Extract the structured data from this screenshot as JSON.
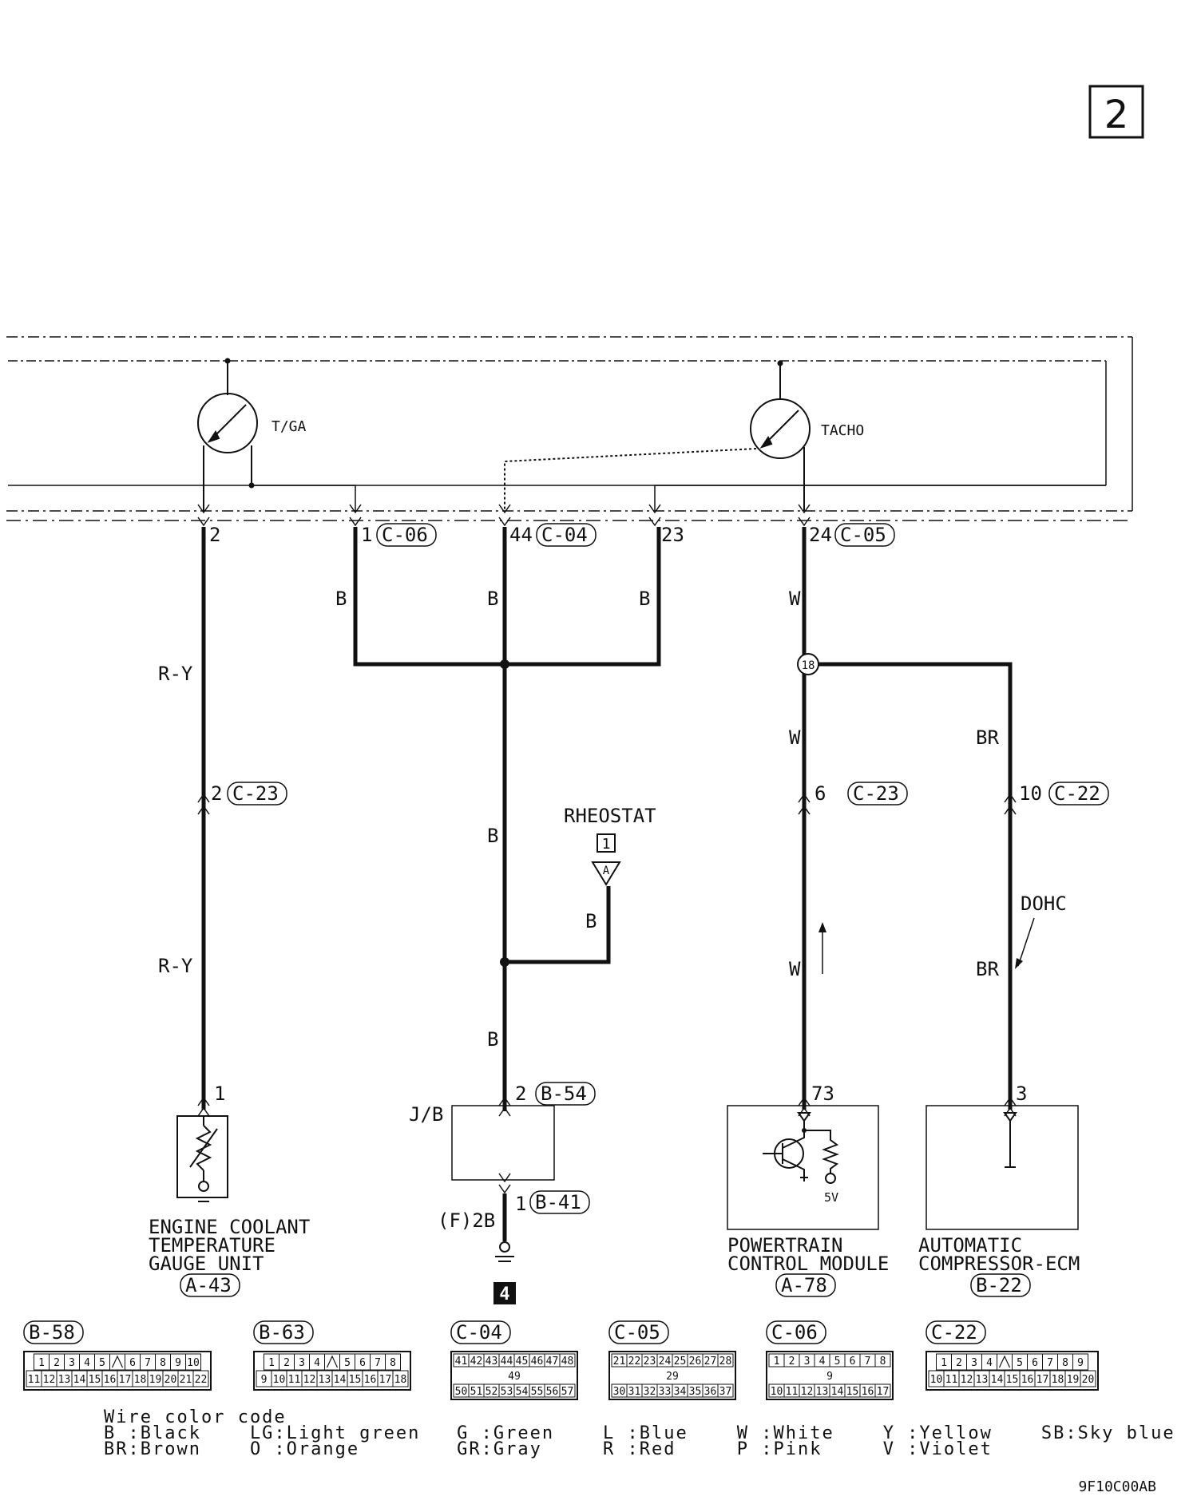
{
  "page_number": "2",
  "footer_code": "9F10C00AB",
  "gauges": {
    "temp": "T/GA",
    "tacho": "TACHO"
  },
  "pins": {
    "tga_top": "2",
    "c06": "1",
    "c04": "44",
    "mid23": "23",
    "c05": "24",
    "c23_a": "2",
    "c23_b": "6",
    "c22": "10",
    "ect": "1",
    "b54": "2",
    "b41": "1",
    "pcm": "73",
    "acecm": "3"
  },
  "connectors": {
    "c06": "C-06",
    "c04": "C-04",
    "c05": "C-05",
    "c23": "C-23",
    "c22": "C-22",
    "b54": "B-54",
    "b41": "B-41",
    "a43": "A-43",
    "a78": "A-78",
    "b22": "B-22"
  },
  "wire_colors": {
    "b": "B",
    "w": "W",
    "ry": "R-Y",
    "br": "BR"
  },
  "splice": "18",
  "rheostat": {
    "label": "RHEOSTAT",
    "ref": "1",
    "jack": "A"
  },
  "dohc": "DOHC",
  "junction_block": "J/B",
  "ground_label": "(F)2B",
  "ground_ref": "4",
  "pcm_voltage": "5V",
  "components": {
    "ect_gauge": [
      "ENGINE COOLANT",
      "TEMPERATURE",
      "GAUGE UNIT"
    ],
    "pcm": [
      "POWERTRAIN",
      "CONTROL MODULE"
    ],
    "ac_ecm": [
      "AUTOMATIC",
      "COMPRESSOR-ECM"
    ]
  },
  "connector_views": [
    {
      "name": "B-58",
      "row1": [
        "1",
        "2",
        "3",
        "4",
        "5",
        "",
        "6",
        "7",
        "8",
        "9",
        "10"
      ],
      "row2": [
        "11",
        "12",
        "13",
        "14",
        "15",
        "16",
        "17",
        "18",
        "19",
        "20",
        "21",
        "22"
      ]
    },
    {
      "name": "B-63",
      "row1": [
        "1",
        "2",
        "3",
        "4",
        "",
        "5",
        "6",
        "7",
        "8"
      ],
      "row2": [
        "9",
        "10",
        "11",
        "12",
        "13",
        "14",
        "15",
        "16",
        "17",
        "18"
      ]
    },
    {
      "name": "C-04",
      "row1": [
        "41",
        "42",
        "43",
        "44",
        "45",
        "46",
        "47",
        "48"
      ],
      "mid": "49",
      "row2": [
        "50",
        "51",
        "52",
        "53",
        "54",
        "55",
        "56",
        "57"
      ]
    },
    {
      "name": "C-05",
      "row1": [
        "21",
        "22",
        "23",
        "24",
        "25",
        "26",
        "27",
        "28"
      ],
      "mid": "29",
      "row2": [
        "30",
        "31",
        "32",
        "33",
        "34",
        "35",
        "36",
        "37"
      ]
    },
    {
      "name": "C-06",
      "row1": [
        "1",
        "2",
        "3",
        "4",
        "5",
        "6",
        "7",
        "8"
      ],
      "mid": "9",
      "row2": [
        "10",
        "11",
        "12",
        "13",
        "14",
        "15",
        "16",
        "17"
      ]
    },
    {
      "name": "C-22",
      "row1": [
        "1",
        "2",
        "3",
        "4",
        "",
        "5",
        "6",
        "7",
        "8",
        "9"
      ],
      "row2": [
        "10",
        "11",
        "12",
        "13",
        "14",
        "15",
        "16",
        "17",
        "18",
        "19",
        "20"
      ]
    }
  ],
  "legend": {
    "title": "Wire color code",
    "line1": "B :Black    LG:Light green   G :Green    L :Blue    W :White    Y :Yellow    SB:Sky blue",
    "line2": "BR:Brown    O :Orange        GR:Gray     R :Red     P :Pink     V :Violet"
  }
}
